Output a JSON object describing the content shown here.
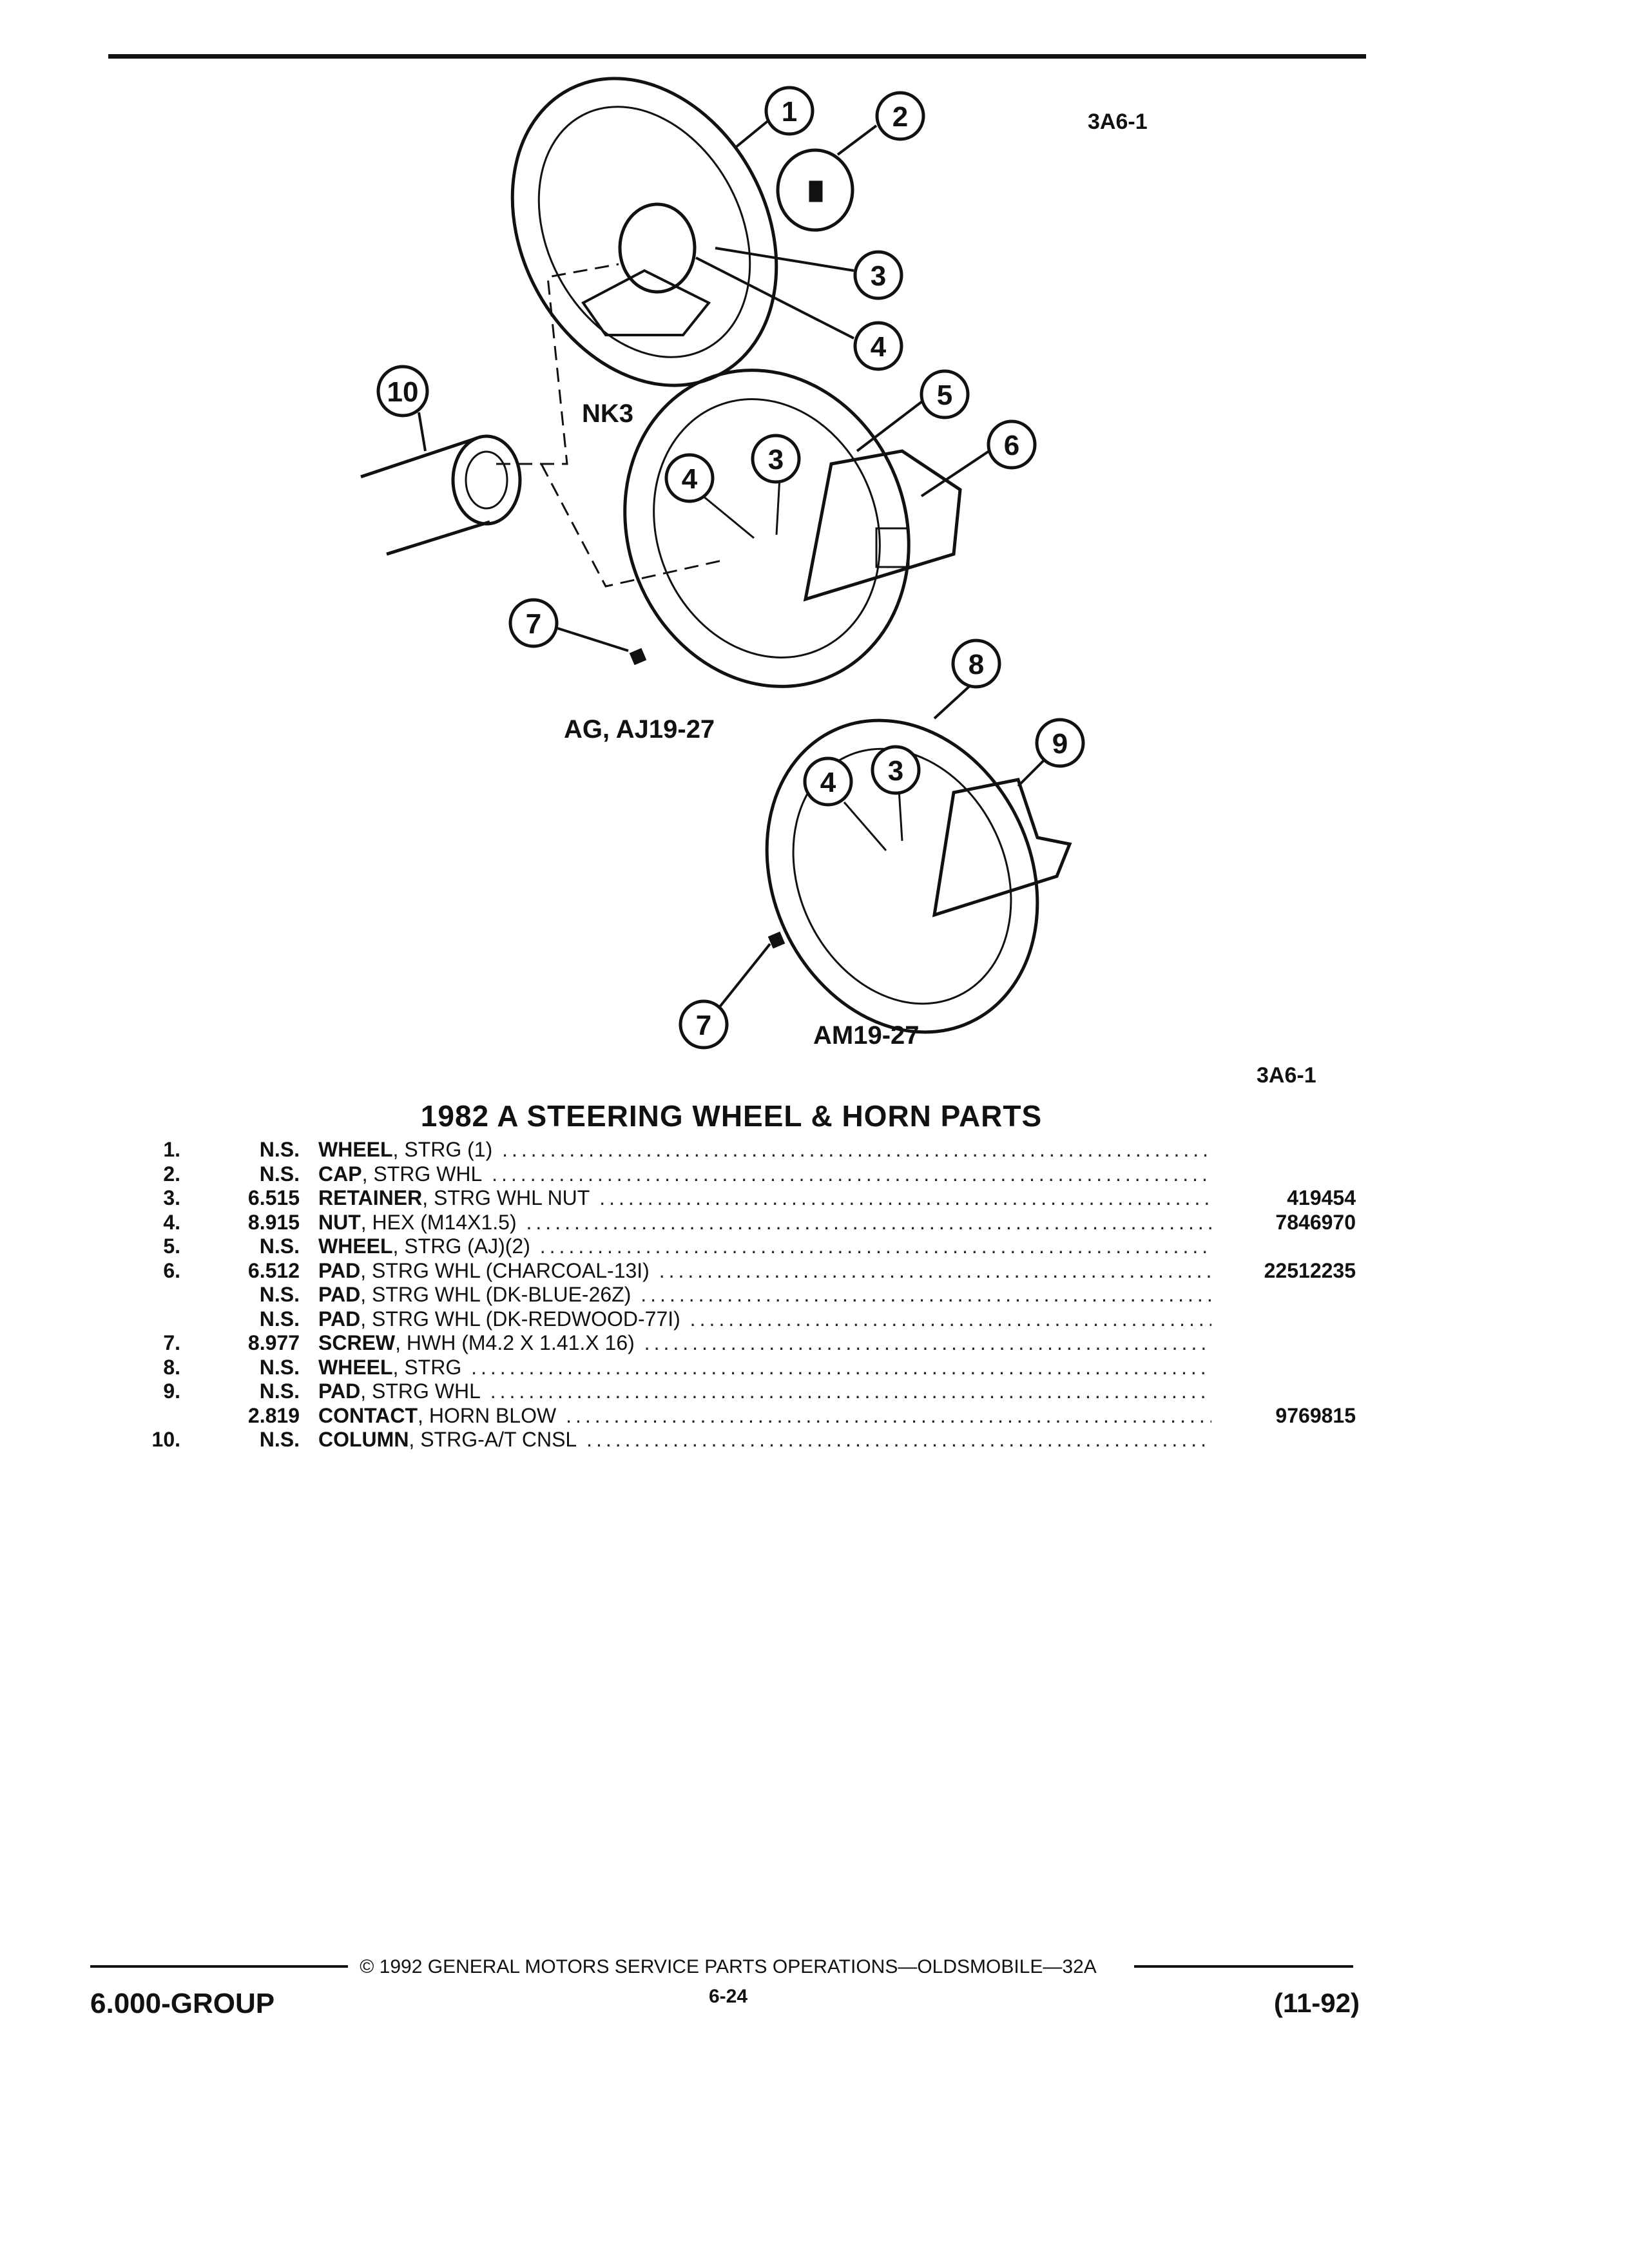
{
  "figure": {
    "code_top": "3A6-1",
    "code_bottom": "3A6-1",
    "variant_labels": [
      "NK3",
      "AG, AJ19-27",
      "AM19-27"
    ],
    "callouts": [
      "1",
      "2",
      "3",
      "4",
      "5",
      "6",
      "7",
      "8",
      "9",
      "10"
    ]
  },
  "title": "1982 A STEERING WHEEL & HORN PARTS",
  "parts": [
    {
      "no": "1.",
      "code": "N.S.",
      "name": "WHEEL",
      "detail": ", STRG (1)",
      "pn": ""
    },
    {
      "no": "2.",
      "code": "N.S.",
      "name": "CAP",
      "detail": ", STRG WHL",
      "pn": ""
    },
    {
      "no": "3.",
      "code": "6.515",
      "name": "RETAINER",
      "detail": ", STRG WHL NUT",
      "pn": "419454"
    },
    {
      "no": "4.",
      "code": "8.915",
      "name": "NUT",
      "detail": ", HEX (M14X1.5)",
      "pn": "7846970"
    },
    {
      "no": "5.",
      "code": "N.S.",
      "name": "WHEEL",
      "detail": ", STRG (AJ)(2)",
      "pn": ""
    },
    {
      "no": "6.",
      "code": "6.512",
      "name": "PAD",
      "detail": ", STRG WHL (CHARCOAL-13I)",
      "pn": "22512235"
    },
    {
      "no": "",
      "code": "N.S.",
      "name": "PAD",
      "detail": ", STRG WHL (DK-BLUE-26Z)",
      "pn": ""
    },
    {
      "no": "",
      "code": "N.S.",
      "name": "PAD",
      "detail": ", STRG WHL (DK-REDWOOD-77I)",
      "pn": ""
    },
    {
      "no": "7.",
      "code": "8.977",
      "name": "SCREW",
      "detail": ", HWH (M4.2 X 1.41.X 16)",
      "pn": ""
    },
    {
      "no": "8.",
      "code": "N.S.",
      "name": "WHEEL",
      "detail": ", STRG",
      "pn": ""
    },
    {
      "no": "9.",
      "code": "N.S.",
      "name": "PAD",
      "detail": ", STRG WHL",
      "pn": ""
    },
    {
      "no": "",
      "code": "2.819",
      "name": "CONTACT",
      "detail": ", HORN BLOW",
      "pn": "9769815"
    },
    {
      "no": "10.",
      "code": "N.S.",
      "name": "COLUMN",
      "detail": ", STRG-A/T CNSL",
      "pn": ""
    }
  ],
  "footer": {
    "group": "6.000-GROUP",
    "copyright": "© 1992 GENERAL MOTORS SERVICE PARTS OPERATIONS—OLDSMOBILE—32A",
    "page": "6-24",
    "date": "(11-92)"
  }
}
